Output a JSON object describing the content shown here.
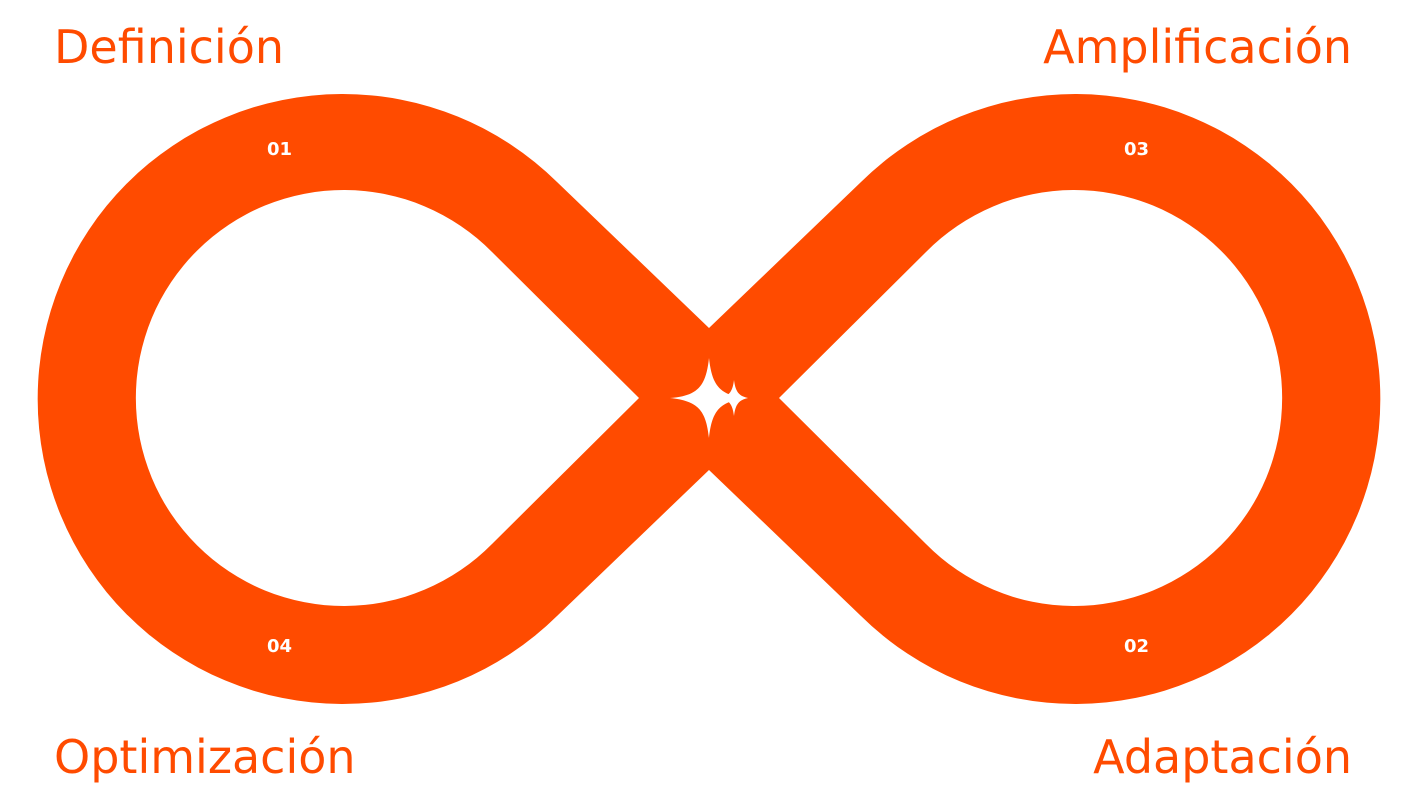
{
  "labels": {
    "top_left": "Definición",
    "top_right": "Amplificación",
    "bottom_left": "Optimización",
    "bottom_right": "Adaptación"
  },
  "steps": {
    "s01": "01",
    "s02": "02",
    "s03": "03",
    "s04": "04"
  },
  "colors": {
    "accent": "#ff4b00",
    "background": "#ffffff",
    "mark": "#ffffff"
  },
  "icons": {
    "center": "sparkle-icon"
  }
}
